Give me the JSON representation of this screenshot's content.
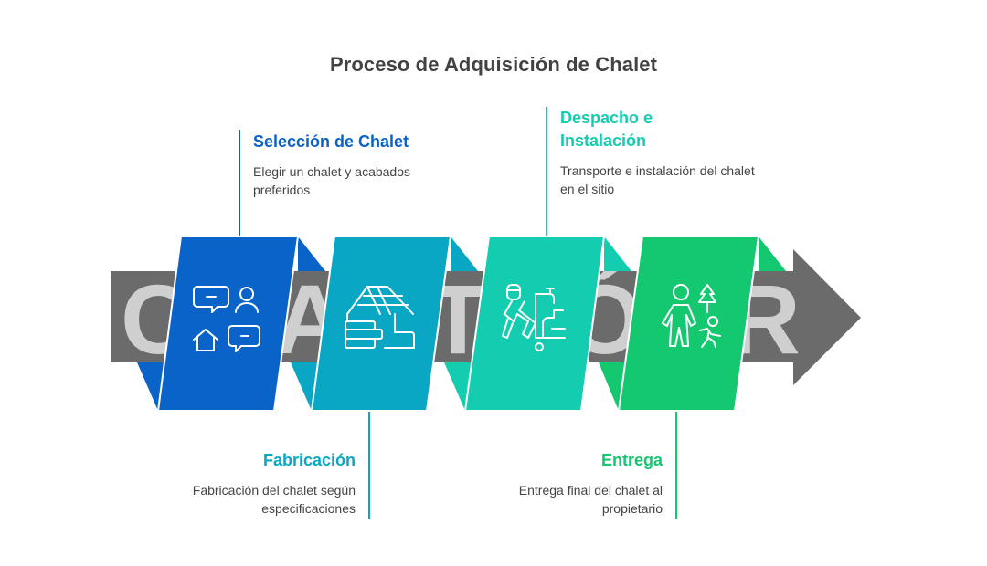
{
  "title": "Proceso de Adquisición de Chalet",
  "watermark": {
    "letters": [
      "C",
      "A",
      "T",
      "Ó",
      "R"
    ],
    "band_color": "#6b6b6b",
    "letter_color": "#cfcfcf"
  },
  "colors": {
    "step1": "#0a63c8",
    "step2": "#0aa7c4",
    "step3": "#14cdb0",
    "step4": "#14c870",
    "title": "#424242",
    "text": "#444444"
  },
  "steps": [
    {
      "id": 1,
      "title": "Selección de Chalet",
      "description": "Elegir un chalet y acabados preferidos",
      "position": "top",
      "icon": "chat-person-house-icon",
      "color": "#0a63c8"
    },
    {
      "id": 2,
      "title": "Fabricación",
      "description": "Fabricación del chalet según especificaciones",
      "position": "bottom",
      "icon": "house-construction-icon",
      "color": "#0aa7c4"
    },
    {
      "id": 3,
      "title": "Despacho e Instalación",
      "title_lines": [
        "Despacho e",
        "Instalación"
      ],
      "description": "Transporte e instalación del chalet en el sitio",
      "position": "top",
      "icon": "worker-plumbing-icon",
      "color": "#14cdb0"
    },
    {
      "id": 4,
      "title": "Entrega",
      "description": "Entrega final del chalet al propietario",
      "position": "bottom",
      "icon": "family-outdoor-icon",
      "color": "#14c870"
    }
  ]
}
